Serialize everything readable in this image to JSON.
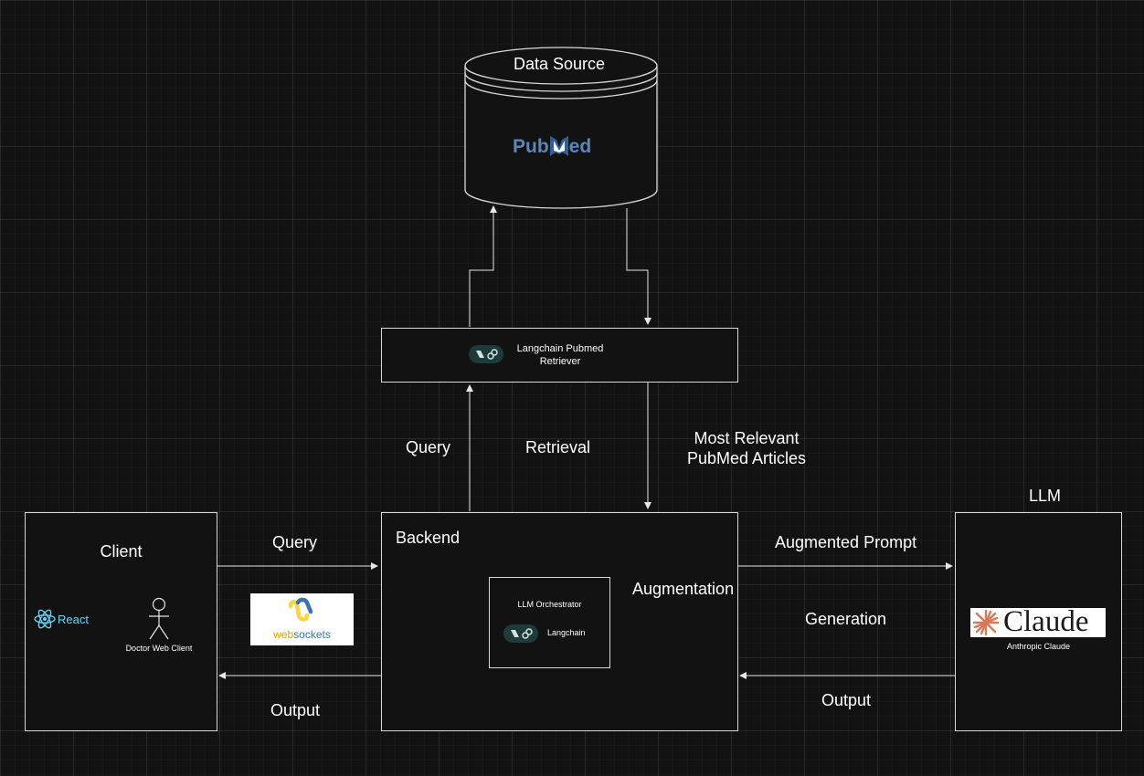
{
  "data_source": {
    "title": "Data Source",
    "logo_text_left": "Pub",
    "logo_text_right": "ed"
  },
  "retriever": {
    "line1": "Langchain Pubmed",
    "line2": "Retriever",
    "icon": "langchain-icon"
  },
  "labels": {
    "query_up": "Query",
    "retrieval": "Retrieval",
    "most_relevant_1": "Most Relevant",
    "most_relevant_2": "PubMed Articles",
    "query_client": "Query",
    "output_client": "Output",
    "augmented_prompt": "Augmented Prompt",
    "generation": "Generation",
    "output_llm": "Output",
    "augmentation": "Augmentation"
  },
  "client": {
    "title": "Client",
    "react_label": "React",
    "actor_label": "Doctor Web Client"
  },
  "websockets": {
    "text_web": "web",
    "text_sockets": "sockets"
  },
  "backend": {
    "title": "Backend"
  },
  "orchestrator": {
    "title": "LLM Orchestrator",
    "sub_label": "Langchain"
  },
  "llm": {
    "title": "LLM",
    "logo_text": "Claude",
    "caption": "Anthropic Claude"
  },
  "colors": {
    "background": "#121212",
    "line": "#d9d9d9",
    "react": "#61dafb",
    "pubmed_blue": "#326599",
    "claude_orange": "#d97757"
  }
}
